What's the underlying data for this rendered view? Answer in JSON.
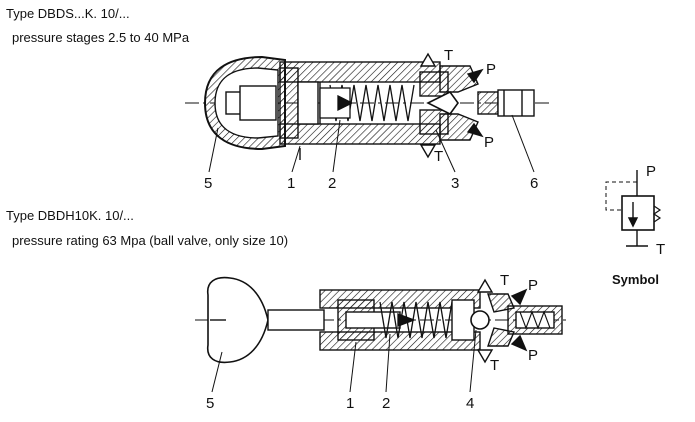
{
  "top_section": {
    "type_title": "Type DBDS...K. 10/...",
    "subtitle": "pressure stages 2.5 to 40 MPa",
    "callouts": [
      "5",
      "1",
      "2",
      "3",
      "6"
    ],
    "port_labels": {
      "tank_top": "T",
      "pressure_top": "P",
      "tank_bottom": "T",
      "pressure_bottom": "P"
    }
  },
  "bottom_section": {
    "type_title": "Type DBDH10K. 10/...",
    "subtitle": "pressure rating 63 Mpa (ball valve, only size 10)",
    "callouts": [
      "5",
      "1",
      "2",
      "4"
    ],
    "port_labels": {
      "tank_top": "T",
      "pressure_top": "P",
      "tank_bottom": "T",
      "pressure_bottom": "P"
    }
  },
  "symbol": {
    "label": "Symbol",
    "port_p": "P",
    "port_t": "T"
  }
}
